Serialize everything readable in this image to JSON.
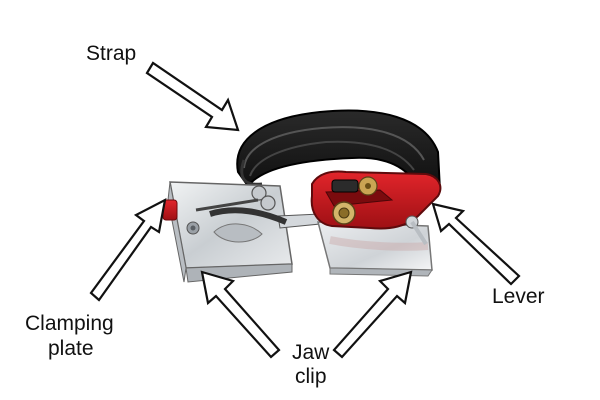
{
  "labels": {
    "strap": "Strap",
    "clamping_line1": "Clamping",
    "clamping_line2": "plate",
    "lever": "Lever",
    "jaw_line1": "Jaw",
    "jaw_line2": "clip"
  },
  "colors": {
    "strap": "#1a1a1a",
    "lever": "#c0161b",
    "metal": "#d9dde0",
    "arrow_fill": "#ffffff",
    "arrow_stroke": "#111111"
  }
}
